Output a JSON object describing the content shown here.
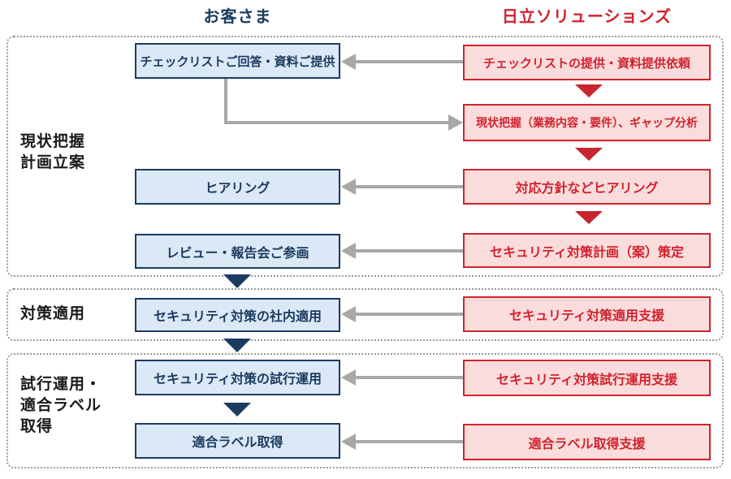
{
  "headers": {
    "customer": "お客さま",
    "hitachi": "日立ソリューションズ"
  },
  "phases": [
    {
      "label": "現状把握\n計画立案"
    },
    {
      "label": "対策適用"
    },
    {
      "label": "試行運用・\n適合ラベル\n取得"
    }
  ],
  "customer_steps": [
    {
      "label": "チェックリストご回答・資料ご提供"
    },
    {
      "label": "ヒアリング"
    },
    {
      "label": "レビュー・報告会ご参画"
    },
    {
      "label": "セキュリティ対策の社内適用"
    },
    {
      "label": "セキュリティ対策の試行運用"
    },
    {
      "label": "適合ラベル取得"
    }
  ],
  "hitachi_steps": [
    {
      "label": "チェックリストの提供・資料提供依頼"
    },
    {
      "label": "現状把握（業務内容・要件）、ギャップ分析"
    },
    {
      "label": "対応方針などヒアリング"
    },
    {
      "label": "セキュリティ対策計画（案）策定"
    },
    {
      "label": "セキュリティ対策適用支援"
    },
    {
      "label": "セキュリティ対策試行運用支援"
    },
    {
      "label": "適合ラベル取得支援"
    }
  ],
  "colors": {
    "navy": "#1c3b60",
    "red": "#d0232e",
    "blue_fill": "#dbe9f6",
    "pink_fill": "#fbdcdd",
    "arrow_gray": "#a8a8a8",
    "dashed_border_gray": "#9b9b9b"
  }
}
